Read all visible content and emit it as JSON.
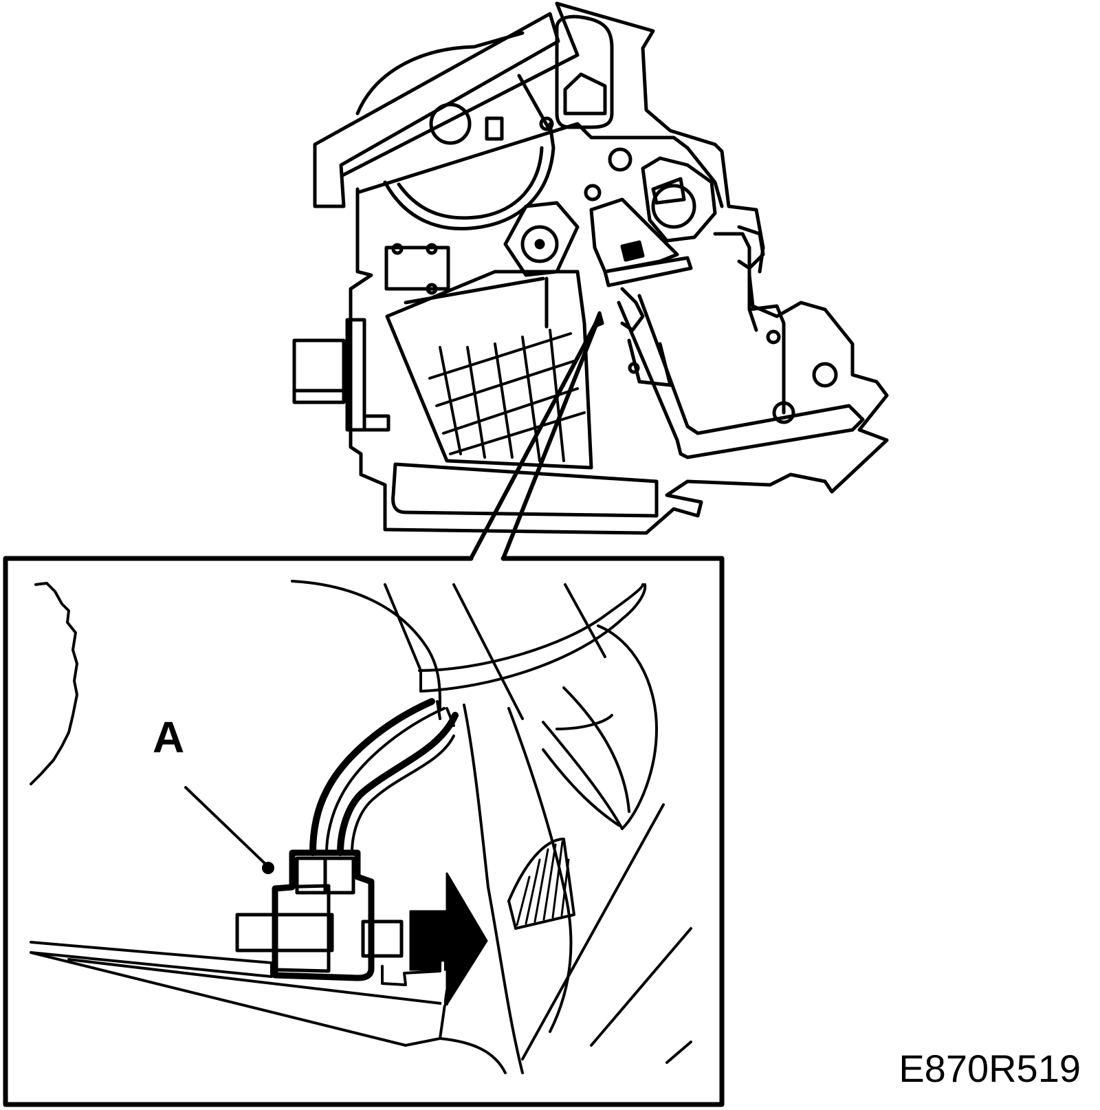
{
  "labels": {
    "callout_a": "A",
    "figure_code": "E870R519"
  },
  "colors": {
    "line": "#000000",
    "background": "#ffffff"
  },
  "components": {
    "main_view": "hvac-unit-housing",
    "detail_view": "connector-detail-inset",
    "direction_arrow": "arrow-right-icon"
  }
}
